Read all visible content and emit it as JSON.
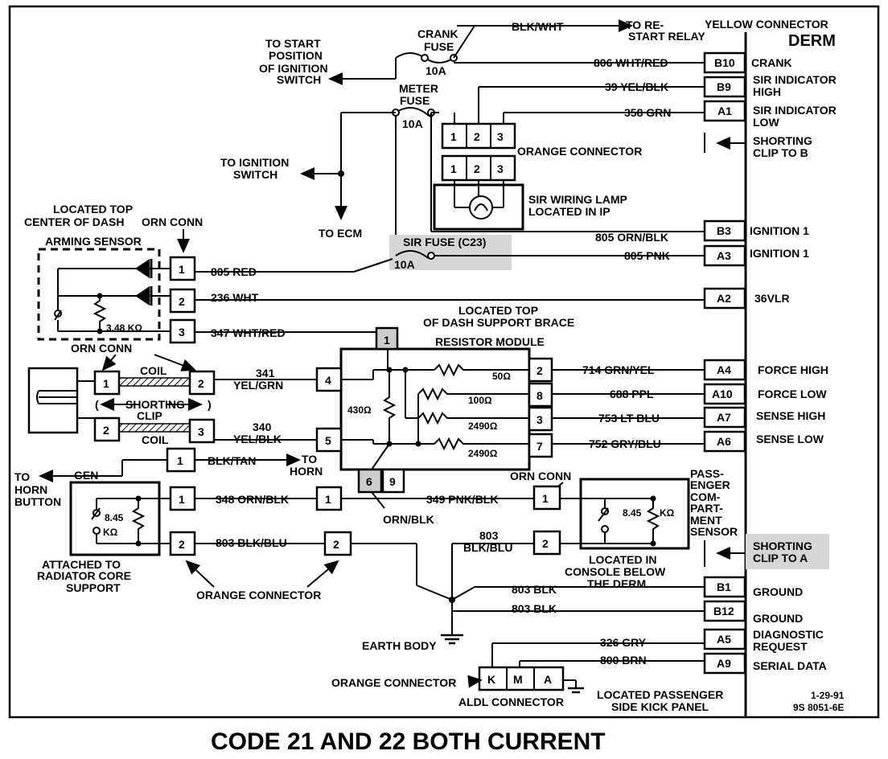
{
  "title": "CODE 21 AND 22 BOTH CURRENT",
  "revision": {
    "date": "1-29-91",
    "number": "9S 8051-6E"
  },
  "derm": {
    "connector_label": "YELLOW CONNECTOR",
    "name": "DERM",
    "pins": [
      {
        "pin": "B10",
        "function": "CRANK",
        "wire": "806 WHT/RED"
      },
      {
        "pin": "B9",
        "function": "SIR INDICATOR HIGH",
        "wire": "39 YEL/BLK"
      },
      {
        "pin": "A1",
        "function": "SIR INDICATOR LOW",
        "wire": "358 GRN"
      },
      {
        "pin": "B3",
        "function": "IGNITION 1",
        "wire": "805 ORN/BLK"
      },
      {
        "pin": "A3",
        "function": "IGNITION 1",
        "wire": "805 PNK"
      },
      {
        "pin": "A2",
        "function": "36VLR",
        "wire": "236 WHT"
      },
      {
        "pin": "A4",
        "function": "FORCE HIGH",
        "wire": "714 GRN/YEL"
      },
      {
        "pin": "A10",
        "function": "FORCE LOW",
        "wire": "688 PPL"
      },
      {
        "pin": "A7",
        "function": "SENSE HIGH",
        "wire": "753 LT BLU"
      },
      {
        "pin": "A6",
        "function": "SENSE LOW",
        "wire": "752 GRY/BLU"
      },
      {
        "pin": "B1",
        "function": "GROUND",
        "wire": "803 BLK"
      },
      {
        "pin": "B12",
        "function": "GROUND",
        "wire": "803 BLK"
      },
      {
        "pin": "A5",
        "function": "DIAGNOSTIC REQUEST",
        "wire": "326 GRY"
      },
      {
        "pin": "A9",
        "function": "SERIAL DATA",
        "wire": "800 BRN"
      }
    ]
  },
  "labels": {
    "to_restart_relay": "TO RE-START RELAY",
    "blk_wht": "BLK/WHT",
    "crank_fuse": "CRANK FUSE 10A",
    "to_start_position": "TO START POSITION OF IGNITION SWITCH",
    "meter_fuse": "METER FUSE 10A",
    "orange_connector": "ORANGE CONNECTOR",
    "to_ignition_switch": "TO IGNITION SWITCH",
    "sir_wiring_lamp": "SIR WIRING LAMP LOCATED IN IP",
    "to_ecm": "TO ECM",
    "sir_fuse": "SIR FUSE (C23)",
    "sir_fuse_rating": "10A",
    "shorting_clip_b": "SHORTING CLIP TO B",
    "shorting_clip_a": "SHORTING CLIP TO A",
    "arming_location": "LOCATED TOP CENTER OF DASH",
    "orn_conn": "ORN CONN",
    "arming_sensor": "ARMING SENSOR",
    "arming_resistor": "3.48 KΩ",
    "wire_805_red": "805 RED",
    "wire_236_wht": "236 WHT",
    "wire_347": "347 WHT/RED",
    "resistor_location": "LOCATED TOP OF DASH SUPPORT BRACE",
    "resistor_module": "RESISTOR MODULE",
    "coil": "COIL",
    "shorting_clip": "SHORTING CLIP",
    "wire_341": "341 YEL/GRN",
    "wire_340": "340 YEL/BLK",
    "wire_blk_tan": "BLK/TAN",
    "to_horn": "TO HORN",
    "gen": "GEN",
    "to_horn_button": "TO HORN BUTTON",
    "wire_348": "348 ORN/BLK",
    "wire_803_blk_blu": "803 BLK/BLU",
    "wire_349": "349 PNK/BLK",
    "orn_blk": "ORN/BLK",
    "wire_803_blkblu2": "803 BLK/BLU",
    "front_sensor_res": "8.45 KΩ",
    "front_location": "ATTACHED TO RADIATOR CORE SUPPORT",
    "passenger_sensor": "PASS-ENGER COM-PART-MENT SENSOR",
    "passenger_location": "LOCATED IN CONSOLE BELOW THE DERM",
    "passenger_res": "8.45 KΩ",
    "earth_body": "EARTH BODY",
    "aldl_connector": "ALDL CONNECTOR",
    "aldl_location": "LOCATED PASSENGER SIDE KICK PANEL",
    "r430": "430Ω",
    "r50": "50Ω",
    "r100": "100Ω",
    "r2490a": "2490Ω",
    "r2490b": "2490Ω",
    "aldl_pins": [
      "K",
      "M",
      "A"
    ],
    "resistor_pins": [
      "1",
      "2",
      "8",
      "3",
      "7",
      "4",
      "5",
      "6",
      "9"
    ]
  }
}
